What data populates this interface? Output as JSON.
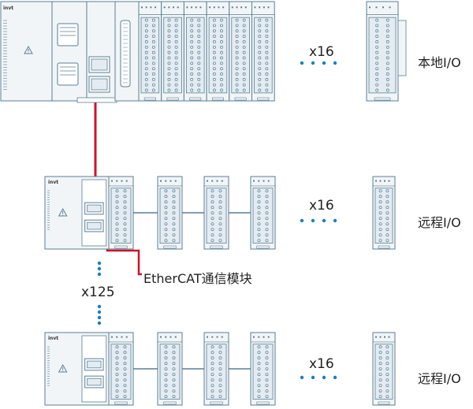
{
  "colors": {
    "module_stroke": "#5a7f96",
    "module_fill": "#f2f5f7",
    "terminal_fill": "#e4ecf1",
    "link_line": "#5a7f96",
    "ethercat_cable": "#d0112b",
    "dots": "#1a7fc1",
    "text": "#222222"
  },
  "local_rack": {
    "cpu_brand": "invt",
    "multiplier": "x16",
    "label": "本地I/O"
  },
  "remote_rack_1": {
    "coupler_brand": "invt",
    "multiplier": "x16",
    "label": "远程I/O"
  },
  "remote_rack_2": {
    "coupler_brand": "invt",
    "multiplier": "x16",
    "label": "远程I/O"
  },
  "ethercat": {
    "label": "EtherCAT通信模块",
    "node_multiplier": "x125"
  },
  "icons": [
    "warning-icon",
    "rj45-port-icon",
    "db9-connector-icon",
    "terminal-block-icon",
    "ellipsis-dots-icon"
  ]
}
